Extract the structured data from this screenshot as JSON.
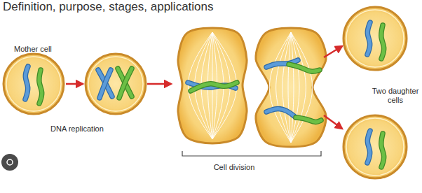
{
  "diagram": {
    "title": "Definition, purpose, stages, applications",
    "labels": [
      "Mother cell",
      "DNA replication",
      "Two daughter cells",
      "Cell division"
    ]
  }
}
